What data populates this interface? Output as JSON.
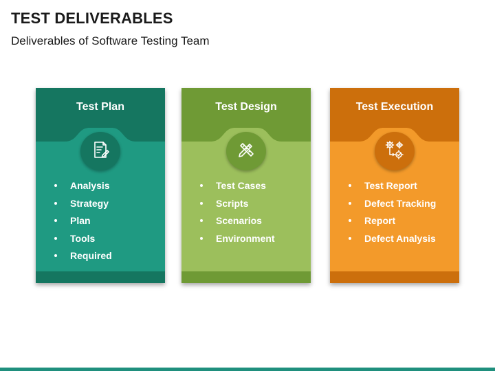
{
  "slide": {
    "title": "TEST DELIVERABLES",
    "subtitle": "Deliverables of Software Testing Team"
  },
  "cards": [
    {
      "title": "Test Plan",
      "icon": "document-edit-icon",
      "header_color": "#157660",
      "body_color": "#1f9a82",
      "circle_color": "#157660",
      "footer_color": "#157660",
      "items": [
        "Analysis",
        "Strategy",
        "Plan",
        "Tools",
        "Required"
      ]
    },
    {
      "title": "Test Design",
      "icon": "pencil-ruler-icon",
      "header_color": "#6f9a35",
      "body_color": "#9cbf5c",
      "circle_color": "#6f9a35",
      "footer_color": "#6f9a35",
      "items": [
        "Test Cases",
        "Scripts",
        "Scenarios",
        "Environment"
      ]
    },
    {
      "title": "Test Execution",
      "icon": "gears-process-icon",
      "header_color": "#cc6f0c",
      "body_color": "#f39a2a",
      "circle_color": "#cc6f0c",
      "footer_color": "#cc6f0c",
      "items": [
        "Test Report",
        "Defect Tracking",
        "Report",
        "Defect Analysis"
      ]
    }
  ],
  "accent_color": "#1f8f7d"
}
